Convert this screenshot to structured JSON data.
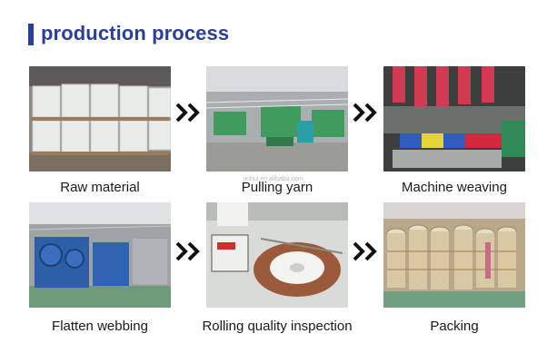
{
  "header": {
    "title": "production process",
    "accent_color": "#2a3f97"
  },
  "steps": [
    {
      "label": "Raw material",
      "photo": "raw-material-photo"
    },
    {
      "label": "Pulling yarn",
      "photo": "pulling-yarn-photo"
    },
    {
      "label": "Machine weaving",
      "photo": "machine-weaving-photo"
    },
    {
      "label": "Flatten webbing",
      "photo": "flatten-webbing-photo"
    },
    {
      "label": "Rolling quality inspection",
      "photo": "rolling-quality-inspection-photo"
    },
    {
      "label": "Packing",
      "photo": "packing-photo"
    }
  ],
  "arrow_icon": "double-chevron-right-icon",
  "watermark": "jinhui.en.alibaba.com"
}
